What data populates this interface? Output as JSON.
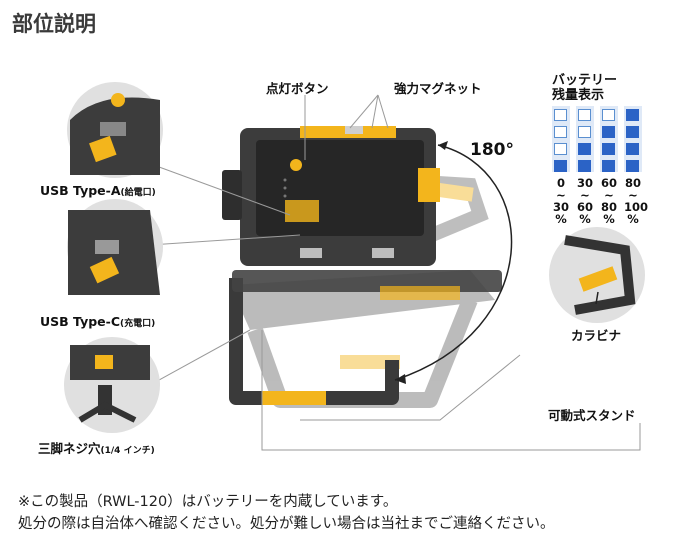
{
  "title": "部位説明",
  "labels": {
    "button": "点灯ボタン",
    "magnet": "強力マグネット",
    "usb_a": "USB Type-A",
    "usb_a_note": "(給電口)",
    "usb_c": "USB Type-C",
    "usb_c_note": "(充電口)",
    "tripod": "三脚ネジ穴",
    "tripod_note": "(1/4 インチ)",
    "carabiner": "カラビナ",
    "stand": "可動式スタンド",
    "rotation": "180°"
  },
  "battery": {
    "title_line1": "バッテリー",
    "title_line2": "残量表示",
    "columns": [
      {
        "filled": 1,
        "range": [
          "0",
          "~",
          "30",
          "%"
        ]
      },
      {
        "filled": 2,
        "range": [
          "30",
          "~",
          "60",
          "%"
        ]
      },
      {
        "filled": 3,
        "range": [
          "60",
          "~",
          "80",
          "%"
        ]
      },
      {
        "filled": 4,
        "range": [
          "80",
          "~",
          "100",
          "%"
        ]
      }
    ],
    "colors": {
      "on": "#2b63c6",
      "off": "#ffffff"
    }
  },
  "notes": {
    "line1": "※この製品（RWL-120）はバッテリーを内蔵しています。",
    "line2": "処分の際は自治体へ確認ください。処分が難しい場合は当社までご連絡ください。"
  },
  "colors": {
    "accent_yellow": "#f3b51c",
    "body_dark": "#3c3c3c"
  }
}
